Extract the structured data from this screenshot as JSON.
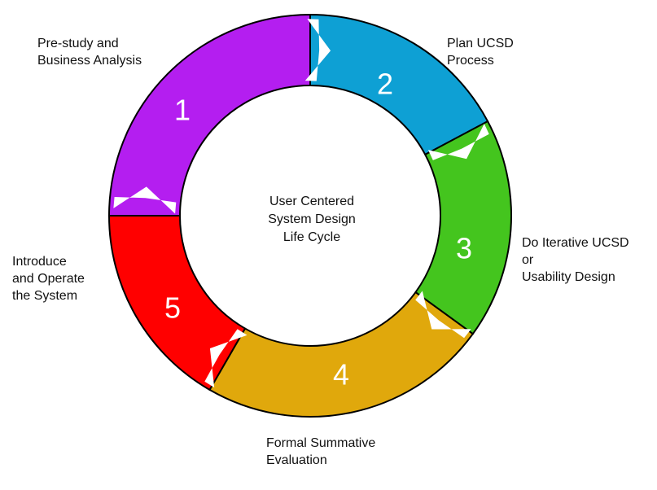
{
  "center_title": [
    "User Centered",
    "System Design",
    "Life Cycle"
  ],
  "phases": [
    {
      "number": "1",
      "color": "#b41ef0",
      "label": [
        "Pre-study and",
        "Business Analysis"
      ]
    },
    {
      "number": "2",
      "color": "#0ea0d4",
      "label": [
        "Plan UCSD",
        "Process"
      ]
    },
    {
      "number": "3",
      "color": "#44c51e",
      "label": [
        "Do Iterative UCSD",
        "or",
        "Usability Design"
      ]
    },
    {
      "number": "4",
      "color": "#e0a80c",
      "label": [
        "Formal Summative",
        "Evaluation"
      ]
    },
    {
      "number": "5",
      "color": "#ff0000",
      "label": [
        "Introduce",
        "and Operate",
        "the System"
      ]
    }
  ],
  "arrow_color": "#ffffff",
  "outline_color": "#000000"
}
